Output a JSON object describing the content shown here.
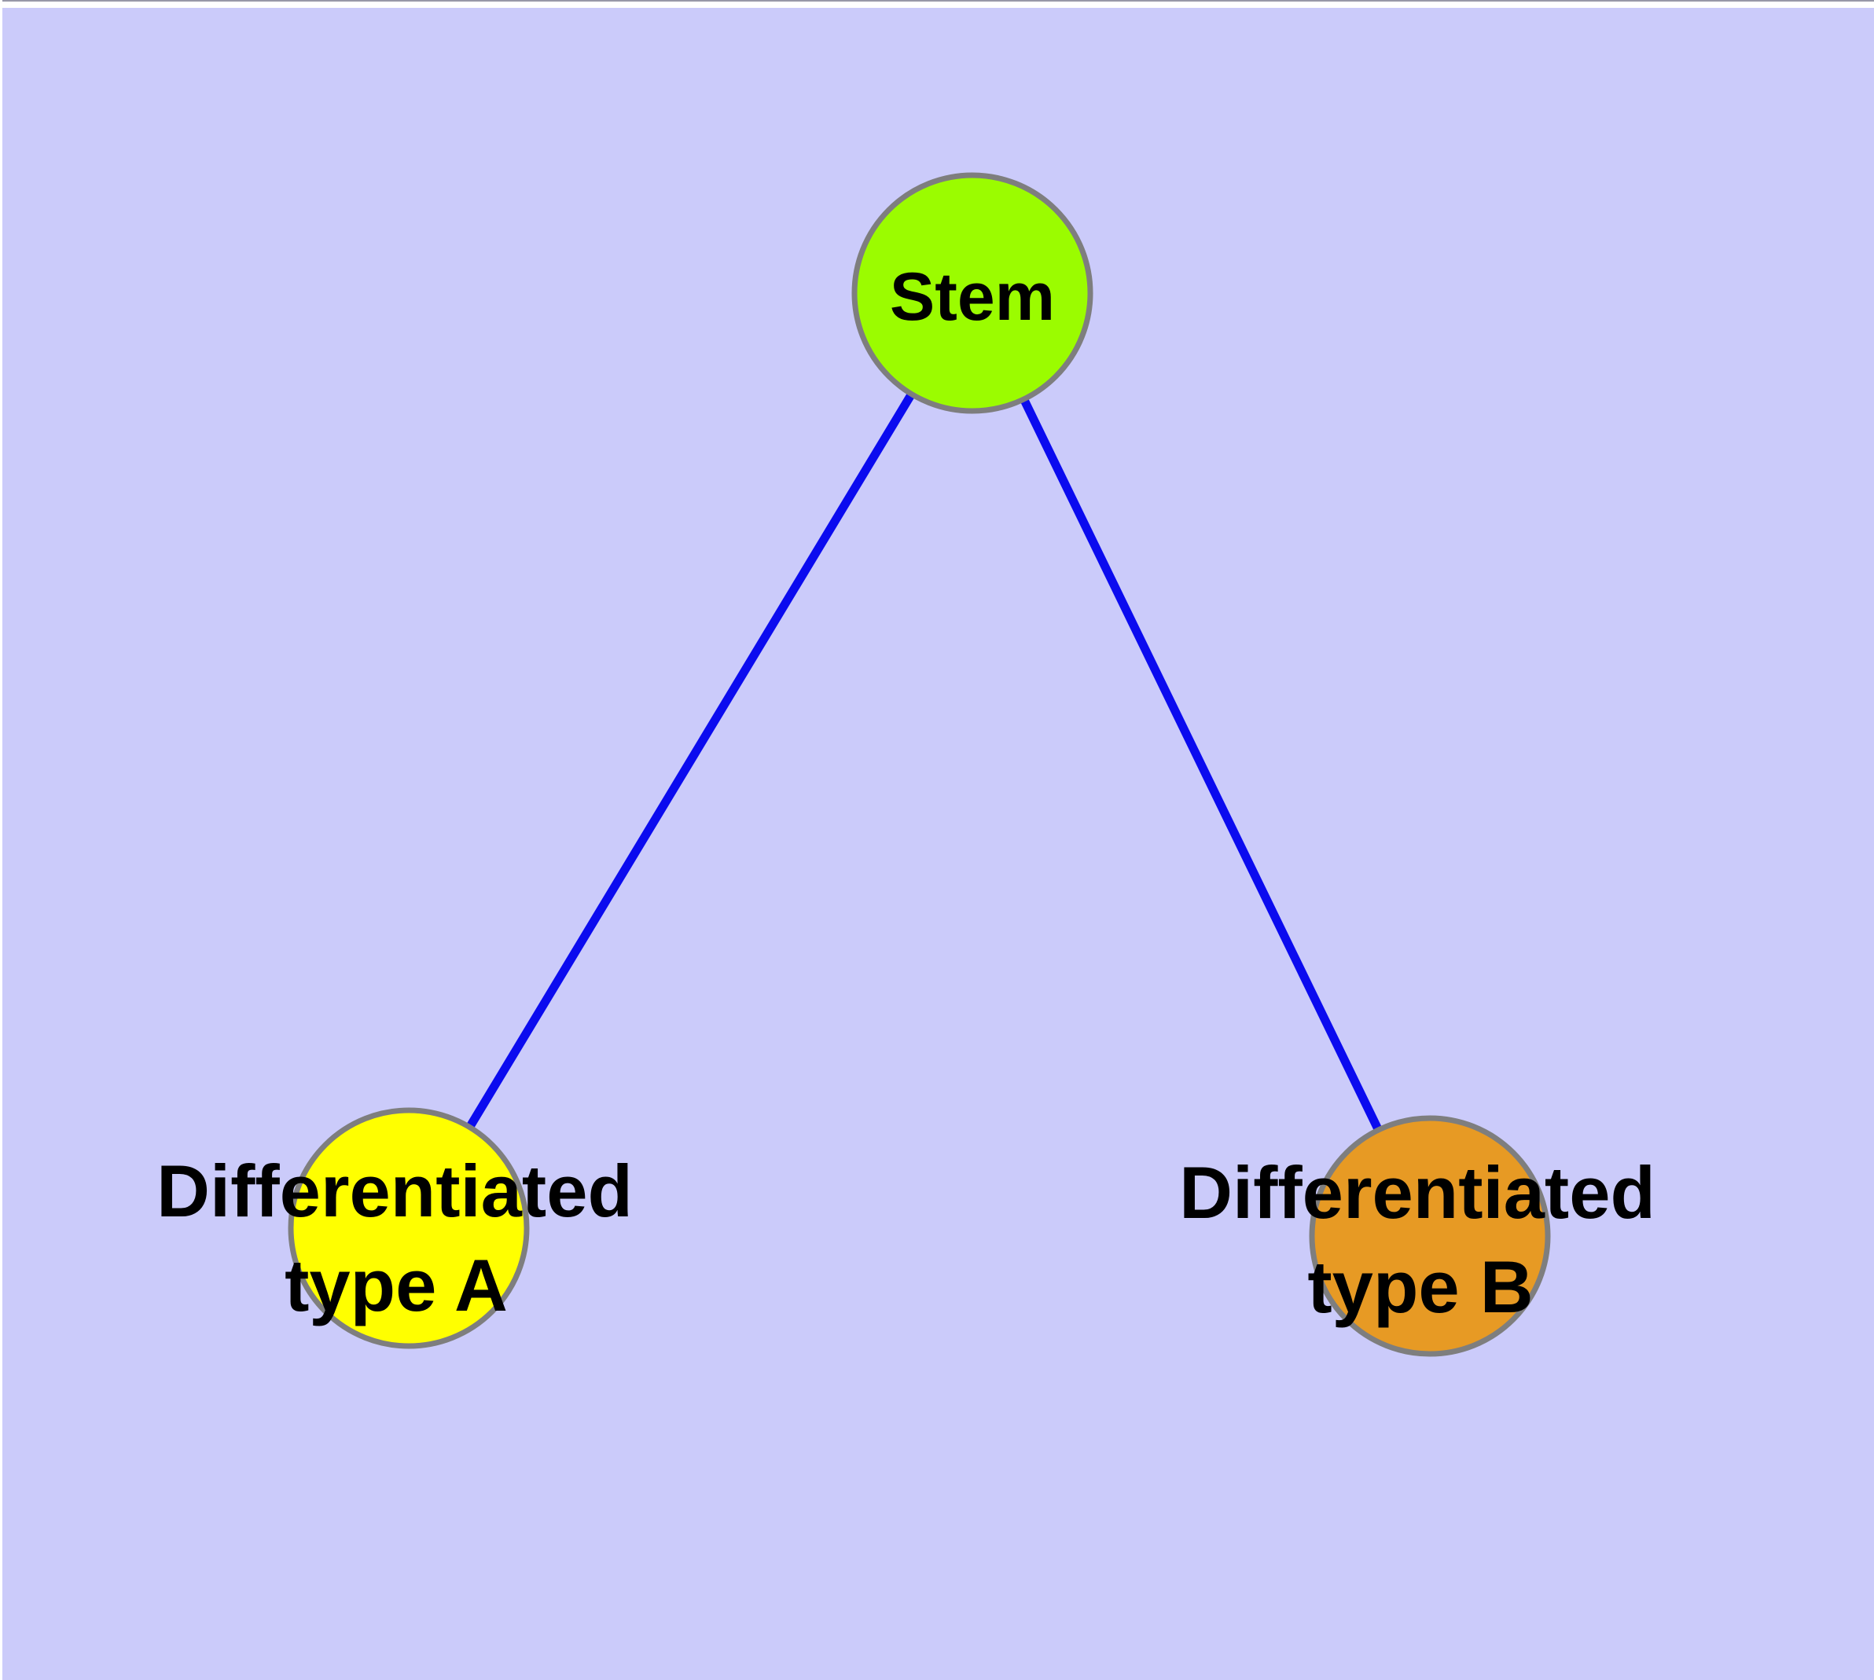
{
  "window": {
    "top_hairline_color": "#9898A8",
    "top_edge_color": "#FFFFFF",
    "left_edge_color": "#FFFFFF"
  },
  "canvas": {
    "background": "#CBCBFA"
  },
  "graph": {
    "type": "node-link-diagram",
    "label_color": "#000000",
    "node_border_color": "#7E7E7E",
    "edge_color": "#0B0BEF",
    "nodes": [
      {
        "id": "stem",
        "label": "Stem",
        "label_lines": [
          "Stem"
        ],
        "fill": "#9BFC00"
      },
      {
        "id": "type-a",
        "label": "Differentiated type A",
        "label_lines": [
          "Differentiated",
          "type A"
        ],
        "fill": "#FFFF00"
      },
      {
        "id": "type-b",
        "label": "Differentiated type B",
        "label_lines": [
          "Differentiated",
          "type B"
        ],
        "fill": "#E79A24"
      }
    ],
    "edges": [
      {
        "from": "stem",
        "to": "type-a"
      },
      {
        "from": "stem",
        "to": "type-b"
      }
    ]
  }
}
